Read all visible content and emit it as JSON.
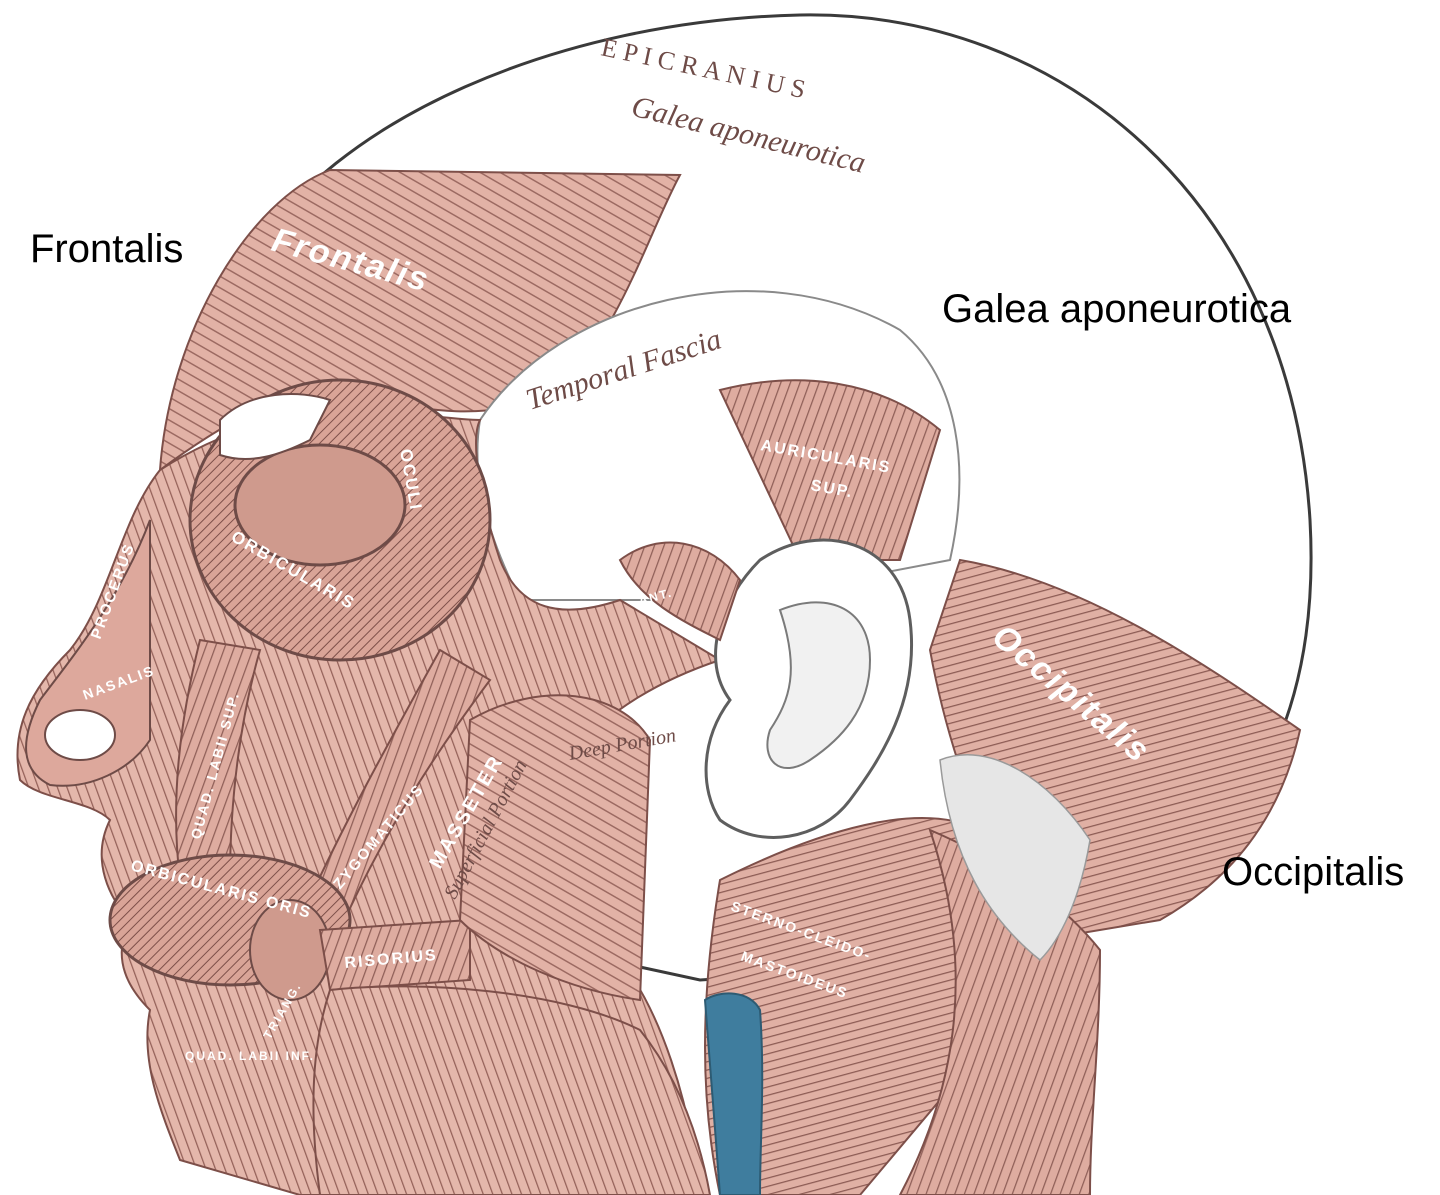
{
  "labels": {
    "frontalis": "Frontalis",
    "galea_aponeurotica": "Galea aponeurotica",
    "occipitalis": "Occipitalis"
  },
  "engraved": {
    "epicranius": "E P I C R A N I U S",
    "galea": "Galea aponeurotica",
    "frontalis": "Frontalis",
    "temporal_fascia": "Temporal Fascia",
    "auricularis_sup_1": "AURICULARIS",
    "auricularis_sup_2": "SUP.",
    "occipitalis": "Occipitalis",
    "orbicularis_oculi_1": "ORBICULARIS",
    "orbicularis_oculi_2": "OCULI",
    "procerus": "PROCERUS",
    "nasalis": "NASALIS",
    "quad_labii_sup": "QUAD. LABII SUP.",
    "zygomaticus": "ZYGOMATICUS",
    "masseter": "MASSETER",
    "superficial_portion": "Superficial Portion",
    "deep_portion": "Deep Portion",
    "orbicularis_oris": "ORBICULARIS ORIS",
    "risorius": "RISORIUS",
    "quad_labii_inf": "QUAD. LABII INF.",
    "triang": "TRIANG.",
    "sterno_cleido_1": "STERNO-CLEIDO-",
    "sterno_cleido_2": "MASTOIDEUS",
    "aur_ant": "ANT."
  },
  "colors": {
    "muscle": "#e2b2a6",
    "muscle_dark": "#9c6a62",
    "muscle_line": "#7d4f49",
    "fascia": "#ffffff",
    "fascia_shade": "#c9c9c9",
    "vein": "#3f7d9e",
    "label": "#000000"
  }
}
